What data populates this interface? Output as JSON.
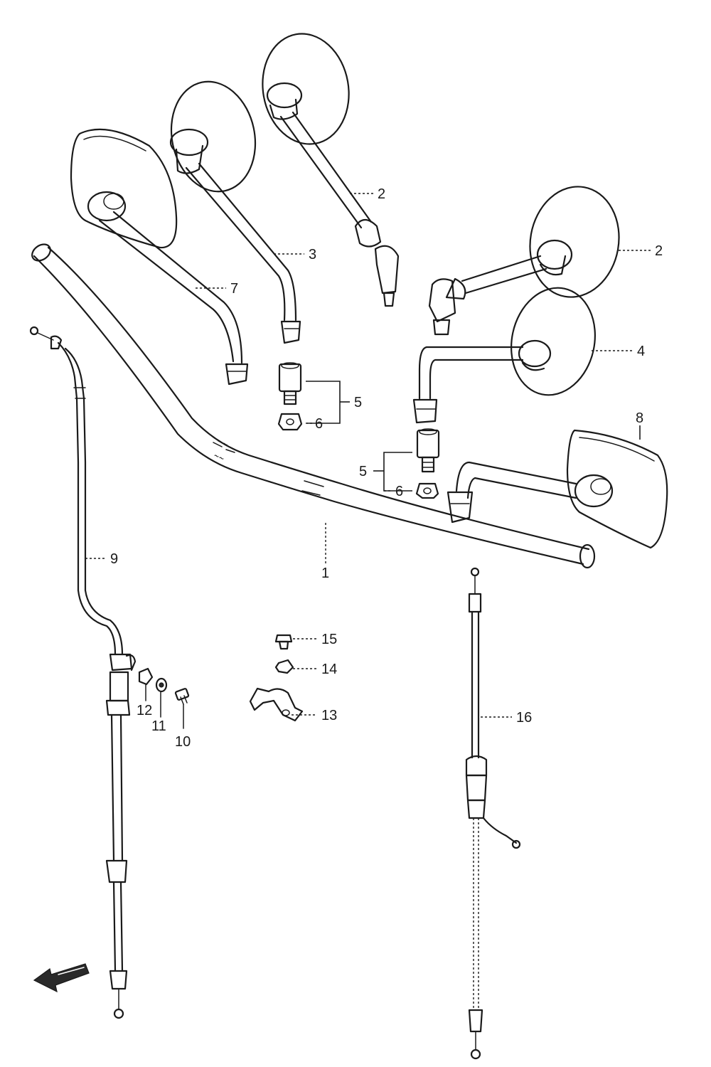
{
  "callouts": [
    {
      "id": "c1",
      "label": "1"
    },
    {
      "id": "c2a",
      "label": "2"
    },
    {
      "id": "c2b",
      "label": "2"
    },
    {
      "id": "c3",
      "label": "3"
    },
    {
      "id": "c4",
      "label": "4"
    },
    {
      "id": "c5a",
      "label": "5"
    },
    {
      "id": "c5b",
      "label": "5"
    },
    {
      "id": "c6a",
      "label": "6"
    },
    {
      "id": "c6b",
      "label": "6"
    },
    {
      "id": "c7",
      "label": "7"
    },
    {
      "id": "c8",
      "label": "8"
    },
    {
      "id": "c9",
      "label": "9"
    },
    {
      "id": "c10",
      "label": "10"
    },
    {
      "id": "c11",
      "label": "11"
    },
    {
      "id": "c12",
      "label": "12"
    },
    {
      "id": "c13",
      "label": "13"
    },
    {
      "id": "c14",
      "label": "14"
    },
    {
      "id": "c15",
      "label": "15"
    },
    {
      "id": "c16",
      "label": "16"
    }
  ],
  "front_marker_icon": "front-arrow-icon"
}
